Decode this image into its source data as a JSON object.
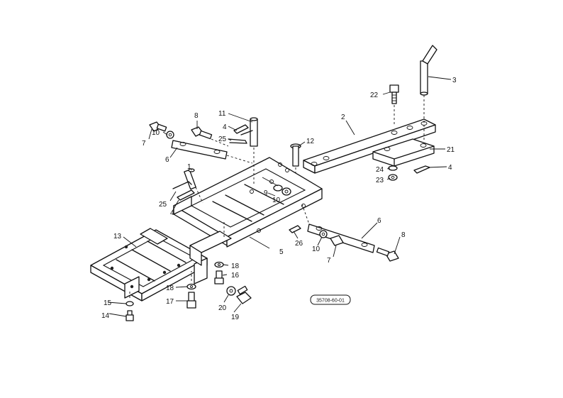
{
  "diagram": {
    "callouts": [
      {
        "id": "c-1",
        "text": "1"
      },
      {
        "id": "c-2",
        "text": "2"
      },
      {
        "id": "c-3",
        "text": "3"
      },
      {
        "id": "c-4a",
        "text": "4"
      },
      {
        "id": "c-4b",
        "text": "4"
      },
      {
        "id": "c-4c",
        "text": "4"
      },
      {
        "id": "c-5",
        "text": "5"
      },
      {
        "id": "c-6a",
        "text": "6"
      },
      {
        "id": "c-6b",
        "text": "6"
      },
      {
        "id": "c-7a",
        "text": "7"
      },
      {
        "id": "c-7b",
        "text": "7"
      },
      {
        "id": "c-8a",
        "text": "8"
      },
      {
        "id": "c-8b",
        "text": "8"
      },
      {
        "id": "c-9",
        "text": "9"
      },
      {
        "id": "c-10a",
        "text": "10"
      },
      {
        "id": "c-10b",
        "text": "10"
      },
      {
        "id": "c-10c",
        "text": "10"
      },
      {
        "id": "c-11",
        "text": "11"
      },
      {
        "id": "c-12",
        "text": "12"
      },
      {
        "id": "c-13",
        "text": "13"
      },
      {
        "id": "c-14",
        "text": "14"
      },
      {
        "id": "c-15",
        "text": "15"
      },
      {
        "id": "c-16",
        "text": "16"
      },
      {
        "id": "c-17",
        "text": "17"
      },
      {
        "id": "c-18a",
        "text": "18"
      },
      {
        "id": "c-18b",
        "text": "18"
      },
      {
        "id": "c-19",
        "text": "19"
      },
      {
        "id": "c-20",
        "text": "20"
      },
      {
        "id": "c-21",
        "text": "21"
      },
      {
        "id": "c-22",
        "text": "22"
      },
      {
        "id": "c-23",
        "text": "23"
      },
      {
        "id": "c-24",
        "text": "24"
      },
      {
        "id": "c-25a",
        "text": "25"
      },
      {
        "id": "c-25b",
        "text": "25"
      },
      {
        "id": "c-26",
        "text": "26"
      }
    ],
    "figure_code": "35708-60-01"
  }
}
